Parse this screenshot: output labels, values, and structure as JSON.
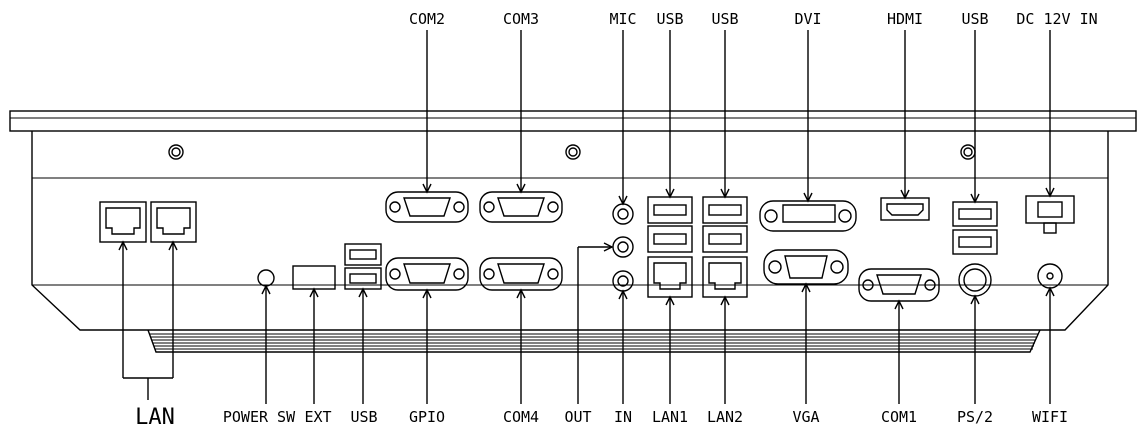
{
  "labels": {
    "top": {
      "com2": "COM2",
      "com3": "COM3",
      "mic": "MIC",
      "usb_a": "USB",
      "usb_b": "USB",
      "dvi": "DVI",
      "hdmi": "HDMI",
      "usb_c": "USB",
      "dc_in": "DC 12V IN"
    },
    "bottom": {
      "lan": "LAN",
      "power_sw": "POWER SW",
      "ext": "EXT",
      "usb": "USB",
      "gpio": "GPIO",
      "com4": "COM4",
      "out": "OUT",
      "in": "IN",
      "lan1": "LAN1",
      "lan2": "LAN2",
      "vga": "VGA",
      "com1": "COM1",
      "ps2": "PS/2",
      "wifi": "WIFI"
    }
  },
  "colors": {
    "line": "#000000",
    "background": "#ffffff"
  }
}
